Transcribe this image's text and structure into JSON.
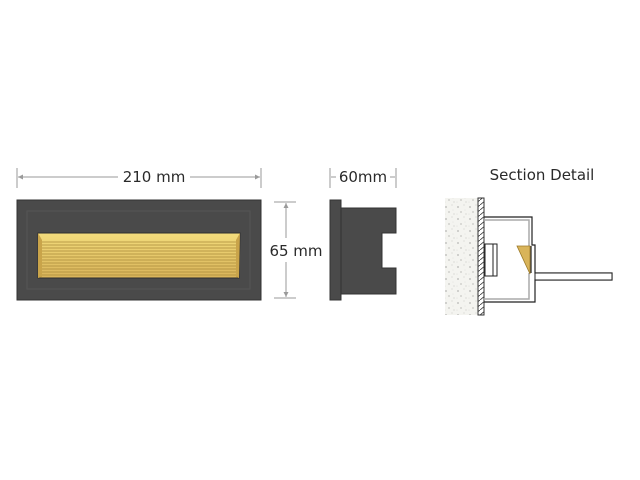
{
  "front_view": {
    "width_label": "210 mm",
    "height_label": "65 mm",
    "body_color": "#4a4a4a",
    "panel_color": "#e9c866"
  },
  "side_view": {
    "depth_label": "60mm",
    "body_color": "#4a4a4a"
  },
  "section_detail": {
    "title": "Section Detail",
    "accent_color": "#d9b45a"
  },
  "colors": {
    "dimension_line": "#9a9a9a",
    "background": "#ffffff"
  }
}
